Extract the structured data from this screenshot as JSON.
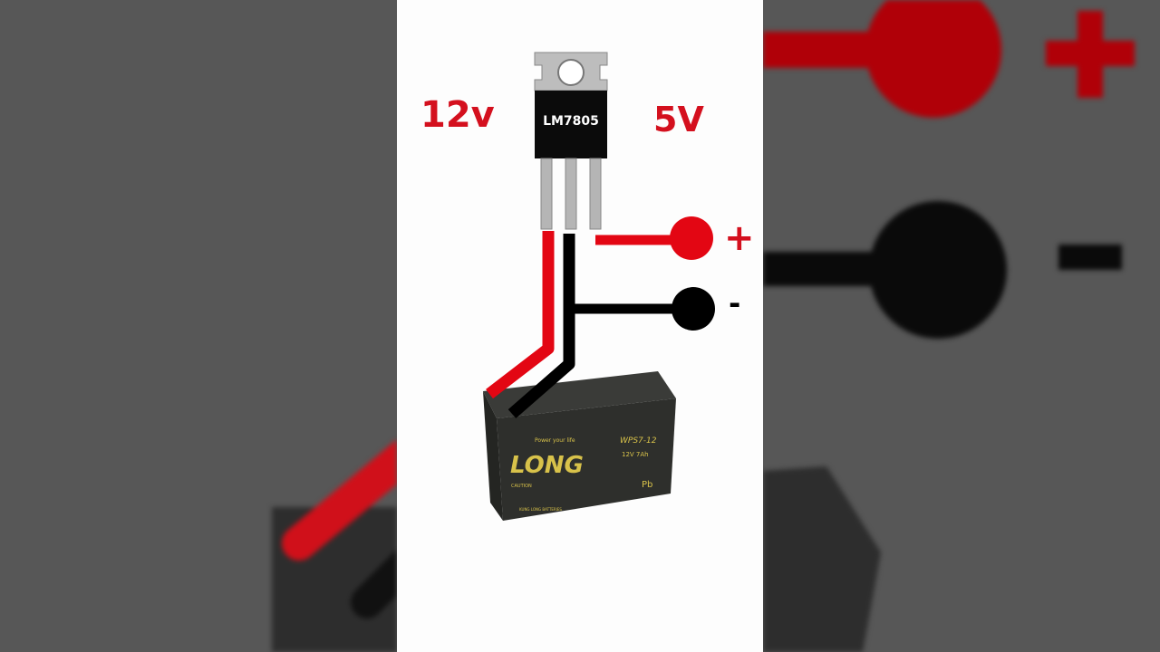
{
  "diagram": {
    "input_voltage_label": "12v",
    "output_voltage_label": "5V",
    "regulator_label": "LM7805",
    "positive_terminal_label": "+",
    "negative_terminal_label": "-",
    "battery": {
      "brand": "LONG",
      "tagline": "Power your life",
      "model": "WPS7-12",
      "rating": "12V 7Ah",
      "caution": "CAUTION",
      "lead_mark": "Pb",
      "maker": "KUNG LONG BATTERIES"
    }
  },
  "colors": {
    "positive": "#e30613",
    "negative": "#000000",
    "accent_text": "#d4101e",
    "battery_body": "#2e2f2c",
    "battery_print": "#d8c24a"
  }
}
